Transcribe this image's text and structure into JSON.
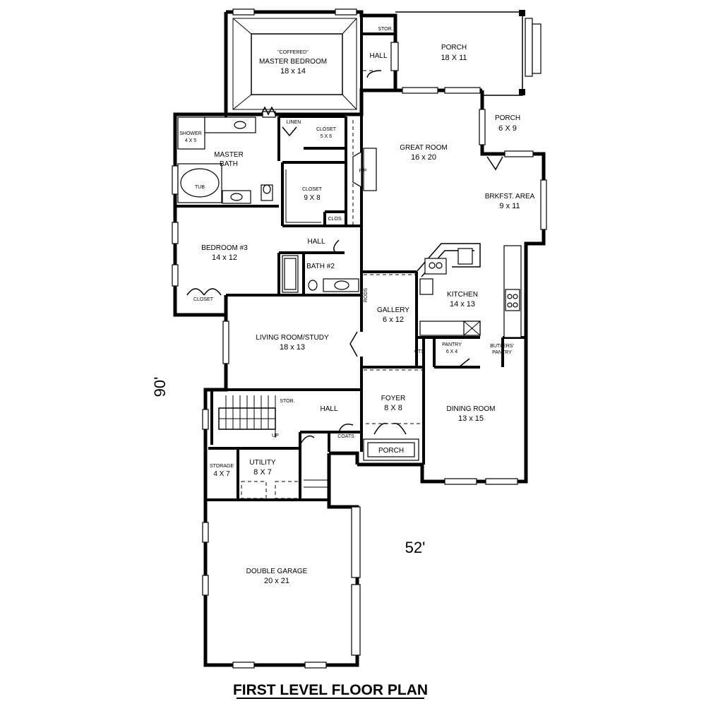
{
  "plan": {
    "title": "FIRST LEVEL FLOOR PLAN",
    "dim_depth": "90'",
    "dim_width": "52'",
    "rooms": {
      "master_bedroom": {
        "note": "\"COFFERED\"",
        "name": "MASTER BEDROOM",
        "size": "18 x 14"
      },
      "stor_top": {
        "name": "STOR."
      },
      "hall_top": {
        "name": "HALL"
      },
      "porch_rear": {
        "name": "PORCH",
        "size": "18 X 11"
      },
      "porch_side": {
        "name": "PORCH",
        "size": "6 X 9"
      },
      "shower": {
        "name": "SHOWER",
        "size": "4 X 5"
      },
      "linen": {
        "name": "LINEN"
      },
      "closet_master": {
        "name": "CLOSET",
        "size": "5 X 6"
      },
      "master_bath": {
        "name": "MASTER",
        "name2": "BATH"
      },
      "tub": {
        "name": "TUB"
      },
      "great_room": {
        "name": "GREAT ROOM",
        "size": "16 x 20"
      },
      "fireplace": {
        "name": "F/P"
      },
      "closet_walkin": {
        "name": "CLOSET",
        "size": "9 X 8"
      },
      "clos": {
        "name": "CLOS."
      },
      "breakfast": {
        "name": "BRKFST. AREA",
        "size": "9 x 11"
      },
      "bedroom3": {
        "name": "BEDROOM #3",
        "size": "14 x 12"
      },
      "hall_mid": {
        "name": "HALL"
      },
      "bath2": {
        "name": "BATH #2"
      },
      "closet_bed3": {
        "name": "CLOSET"
      },
      "rods": {
        "name": "RODS"
      },
      "gallery": {
        "name": "GALLERY",
        "size": "6 x 12"
      },
      "kitchen": {
        "name": "KITCHEN",
        "size": "14 x 13"
      },
      "living": {
        "name": "LIVING ROOM/STUDY",
        "size": "18 x 13"
      },
      "cts": {
        "name": "CTS"
      },
      "pantry": {
        "name": "PANTRY",
        "size": "6 X 4"
      },
      "butlers": {
        "name": "BUTLERS'",
        "name2": "PANTRY"
      },
      "stor_stair": {
        "name": "STOR."
      },
      "hall_low": {
        "name": "HALL"
      },
      "up": {
        "name": "UP"
      },
      "foyer": {
        "name": "FOYER",
        "size": "8 X 8"
      },
      "coats": {
        "name": "COATS"
      },
      "porch_front": {
        "name": "PORCH"
      },
      "dining": {
        "name": "DINING ROOM",
        "size": "13 x 15"
      },
      "storage": {
        "name": "STORAGE",
        "size": "4 X 7"
      },
      "utility": {
        "name": "UTILITY",
        "size": "8 X 7"
      },
      "garage": {
        "name": "DOUBLE GARAGE",
        "size": "20 x 21"
      }
    }
  }
}
